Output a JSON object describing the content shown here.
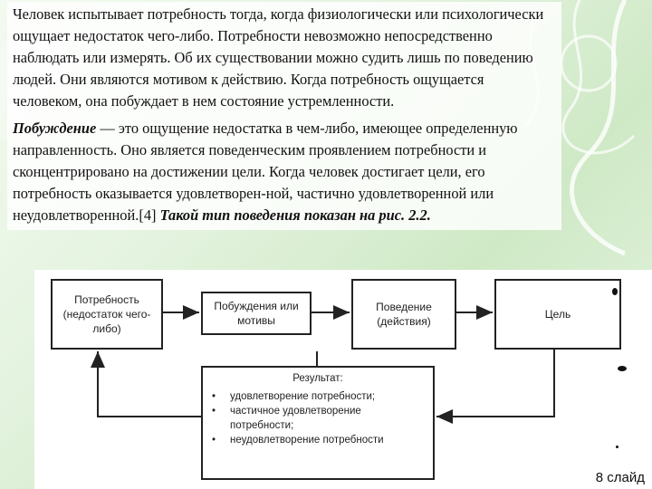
{
  "paragraph1": "Человек испытывает потребность тогда, когда физиологически или психологически ощущает недостаток чего-либо. Потребности невозможно непосредственно наблюдать или измерять. Об их существовании можно судить лишь по поведению людей. Они являются мотивом к действию. Когда потребность ощущается человеком, она побуждает в нем состояние устремленности.",
  "paragraph2": {
    "term": "Побуждение",
    "body": " — это ощущение недостатка в чем-либо, имеющее определенную направленность. Оно является поведенческим проявлением потребности и сконцентрировано на достижении цели. Когда человек достигает цели, его потребность оказывается удовлетворен-ной, частично удовлетворенной или неудовлетворенной.[4] ",
    "emphasis": "Такой тип поведения показан на рис. 2.2."
  },
  "diagram": {
    "need_box": "Потребность (недостаток чего-либо)",
    "motive_box": "Побуждения или мотивы",
    "behavior_box": "Поведение (действия)",
    "goal_box": "Цель",
    "result": {
      "title": "Результат:",
      "items": [
        "удовлетворение потребности;",
        "частичное удовлетворение потребности;",
        "неудовлетворение потребности"
      ]
    }
  },
  "slide_number": "8 слайд"
}
